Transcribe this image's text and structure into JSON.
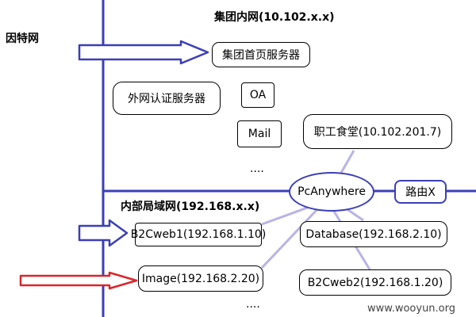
{
  "labels": {
    "left_net": "因特网",
    "group_net": "集团内网(10.102.x.x)",
    "lan": "内部局域网(192.168.x.x)",
    "ellipsis_top": "....",
    "ellipsis_bottom": "...."
  },
  "nodes": {
    "group_home": "集团首页服务器",
    "auth_server": "外网认证服务器",
    "oa": "OA",
    "mail": "Mail",
    "canteen": "职工食堂(10.102.201.7)",
    "pcanywhere": "PcAnywhere",
    "router": "路由X",
    "b2cweb1": "B2Cweb1(192.168.1.10)",
    "database": "Database(192.168.2.10)",
    "image": "Image(192.168.2.20)",
    "b2cweb2": "B2Cweb2(192.168.1.20)"
  },
  "watermark": "www.wooyun.org",
  "colors": {
    "network_line": "#3b3fb6",
    "arrow_blue": "#3b3fb6",
    "arrow_red": "#d8262b",
    "connector": "#b9b3e6"
  }
}
